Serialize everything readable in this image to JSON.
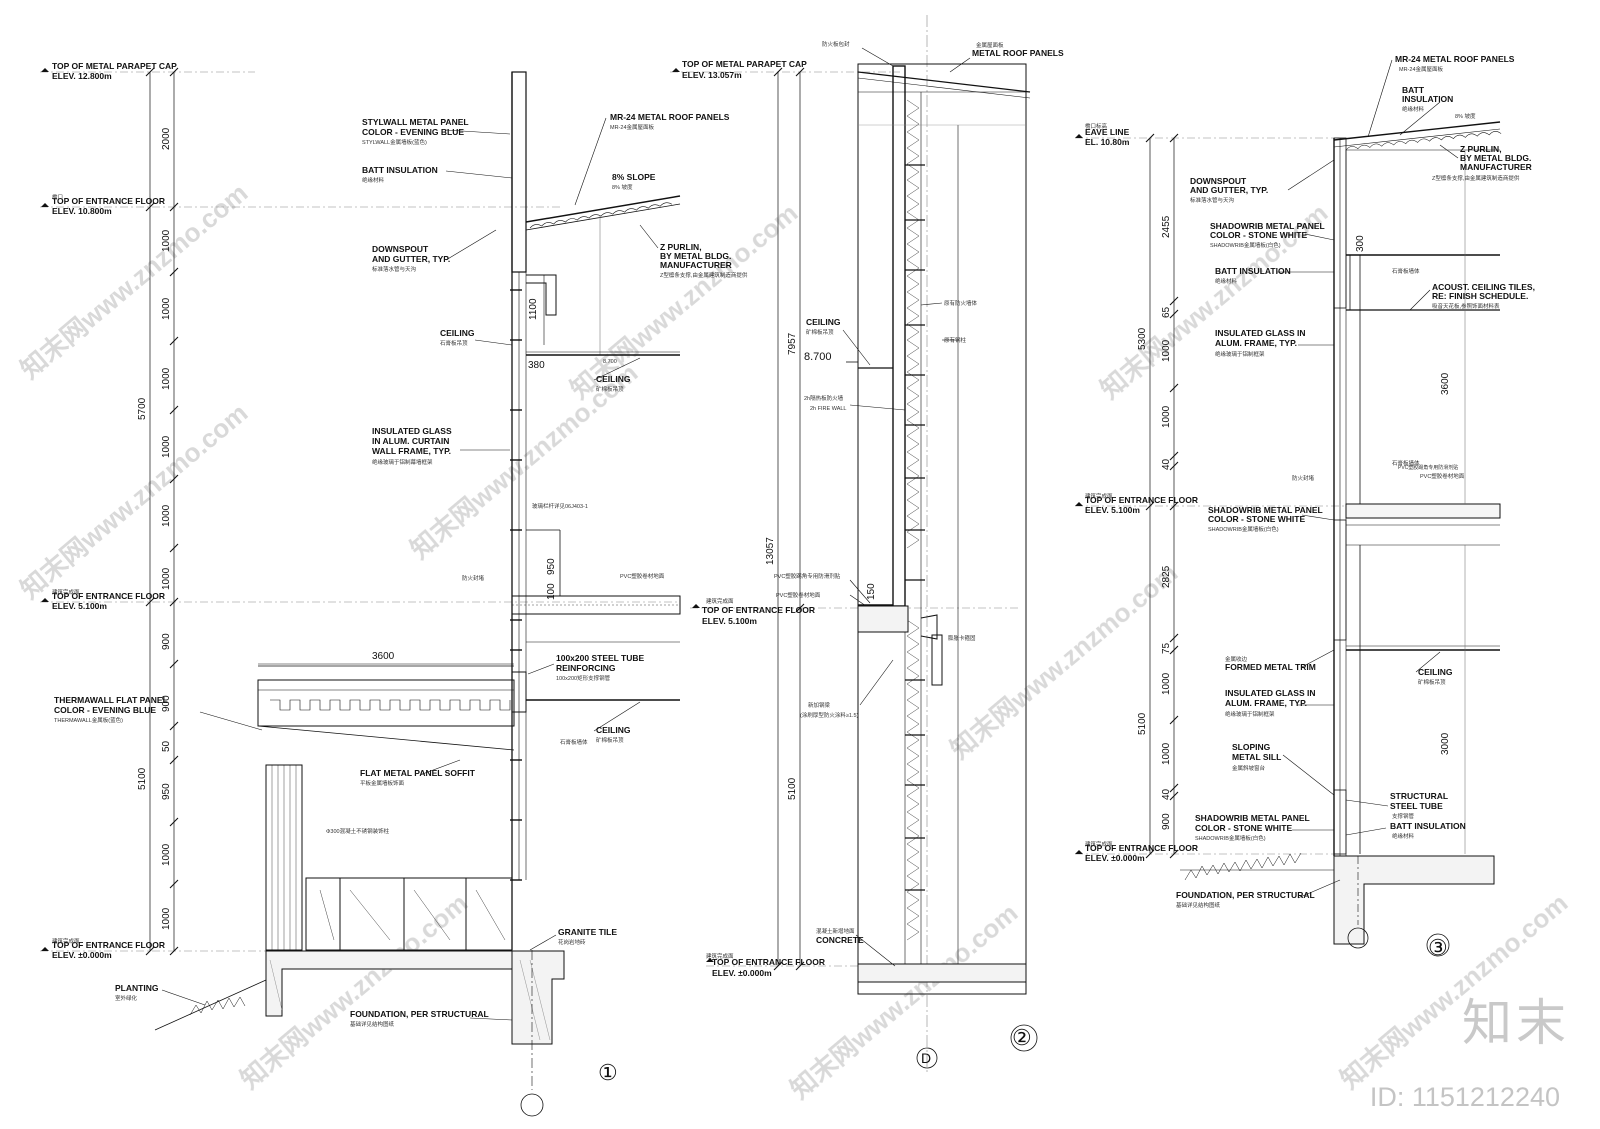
{
  "section1": {
    "elevations": [
      {
        "l1": "TOP OF METAL PARAPET CAP",
        "l2": "ELEV. 12.800m"
      },
      {
        "l1": "TOP OF ENTRANCE FLOOR",
        "l2": "ELEV. 10.800m"
      },
      {
        "l1": "TOP OF ENTRANCE FLOOR",
        "l2": "ELEV. 5.100m"
      },
      {
        "l1": "TOP OF ENTRANCE FLOOR",
        "l2": "ELEV. ±0.000m"
      }
    ],
    "dims_small": [
      "2000",
      "1000",
      "1000",
      "1000",
      "1000",
      "1000",
      "1000",
      "900",
      "900",
      "50",
      "950",
      "1000",
      "1000"
    ],
    "dims_big": [
      "5700",
      "5100"
    ],
    "callouts": [
      {
        "en": [
          "STYLWALL METAL PANEL",
          "COLOR - EVENING BLUE"
        ],
        "cn": "STYLWALL金属墙板(蓝色)"
      },
      {
        "en": [
          "BATT INSULATION"
        ],
        "cn": "绝缘材料"
      },
      {
        "en": [
          "DOWNSPOUT",
          "AND GUTTER, TYP."
        ],
        "cn": "标准落水管与天沟"
      },
      {
        "en": [
          "CEILING"
        ],
        "cn": "石膏板吊顶"
      },
      {
        "en": [
          "INSULATED GLASS",
          "IN ALUM. CURTAIN",
          "WALL FRAME, TYP."
        ],
        "cn": "绝缘玻璃于铝制幕墙框架"
      },
      {
        "en": [
          "THERMAWALL FLAT PANEL",
          "COLOR - EVENING BLUE"
        ],
        "cn": "THERMAWALL金属板(蓝色)"
      },
      {
        "en": [
          "PLANTING"
        ],
        "cn": "室外绿化"
      },
      {
        "en": [
          "MR-24 METAL ROOF PANELS"
        ],
        "cn": "MR-24金属屋面板"
      },
      {
        "en": [
          "8% SLOPE"
        ],
        "cn": "8% 坡度"
      },
      {
        "en": [
          "Z PURLIN,",
          "BY METAL BLDG.",
          "MANUFACTURER"
        ],
        "cn": "Z型檩条支撑,由金属建筑制造商提供"
      },
      {
        "en": [
          "CEILING"
        ],
        "cn": "矿棉板吊顶"
      },
      {
        "en": [
          "100x200 STEEL TUBE",
          "REINFORCING"
        ],
        "cn": "100x200矩形支撑钢管"
      },
      {
        "en": [
          "CEILING"
        ],
        "cn": "矿棉板吊顶"
      },
      {
        "en": [
          "FLAT METAL PANEL SOFFIT"
        ],
        "cn": "平板金属墙板饰面"
      },
      {
        "en": [
          "GRANITE TILE"
        ],
        "cn": "花岗岩地砖"
      },
      {
        "en": [
          "FOUNDATION, PER STRUCTURAL"
        ],
        "cn": "基础详见结构图纸"
      }
    ],
    "misc": [
      "1100",
      "380",
      "8.700",
      "3600",
      "950",
      "100",
      "防火封堵",
      "PVC塑胶卷材地面",
      "玻璃栏杆详见06J403-1",
      "石膏板墙体",
      "Φ300混凝土不锈钢装饰柱",
      "建筑完成面",
      "檐口",
      "8.700"
    ],
    "circle": "①"
  },
  "section2": {
    "elevations": [
      {
        "l1": "TOP OF METAL PARAPET CAP",
        "l2": "ELEV. 13.057m"
      },
      {
        "l1": "TOP OF ENTRANCE FLOOR",
        "l2": "ELEV. 5.100m"
      },
      {
        "l1": "TOP OF ENTRANCE FLOOR",
        "l2": "ELEV. ±0.000m"
      }
    ],
    "dims": [
      "13057",
      "7957",
      "5100",
      "150"
    ],
    "labels": [
      "METAL ROOF PANELS",
      "金属屋面板",
      "防火板包封",
      "CEILING",
      "矿棉板吊顶",
      "8.700",
      "2h隔热板防火墙",
      "2h FIRE WALL",
      "原有防火墙体",
      "原有钢柱",
      "PVC塑胶踢角专用防滑剂贴",
      "PVC塑胶卷材地面",
      "膨胀卡箍固",
      "新加钢梁",
      "(涂刷厚型防火涂料≥1.5)",
      "混凝土新增地面",
      "CONCRETE",
      "建筑完成面"
    ],
    "circle": "②",
    "grid": "D"
  },
  "section3": {
    "elevations": [
      {
        "l1": "EAVE LINE",
        "l2": "EL. 10.80m"
      },
      {
        "l1": "TOP OF ENTRANCE FLOOR",
        "l2": "ELEV. 5.100m"
      },
      {
        "l1": "TOP OF ENTRANCE FLOOR",
        "l2": "ELEV. ±0.000m"
      }
    ],
    "dims_small": [
      "2455",
      "65",
      "1000",
      "1000",
      "40",
      "2825",
      "75",
      "1000",
      "1000",
      "40",
      "900"
    ],
    "dims_big": [
      "5300",
      "5100"
    ],
    "dims_right": [
      "300",
      "3600",
      "3000"
    ],
    "callouts": [
      {
        "en": [
          "MR-24 METAL ROOF PANELS"
        ],
        "cn": "MR-24金属屋面板"
      },
      {
        "en": [
          "BATT",
          "INSULATION"
        ],
        "cn": "绝缘材料"
      },
      {
        "en": [
          "Z PURLIN,",
          "BY METAL BLDG.",
          "MANUFACTURER"
        ],
        "cn": "Z型檩条支撑,由金属建筑制造商提供"
      },
      {
        "en": [
          "DOWNSPOUT",
          "AND GUTTER, TYP."
        ],
        "cn": "标准落水管与天沟"
      },
      {
        "en": [
          "SHADOWRIB METAL PANEL",
          "COLOR - STONE WHITE"
        ],
        "cn": "SHADOWRIB金属墙板(白色)"
      },
      {
        "en": [
          "BATT INSULATION"
        ],
        "cn": "绝缘材料"
      },
      {
        "en": [
          "ACOUST. CEILING TILES,",
          "RE: FINISH SCHEDULE."
        ],
        "cn": "吸音天花板,参照饰面材料表"
      },
      {
        "en": [
          "INSULATED GLASS IN",
          "ALUM. FRAME, TYP."
        ],
        "cn": "绝缘玻璃于铝制框架"
      },
      {
        "en": [
          "SHADOWRIB METAL PANEL",
          "COLOR - STONE WHITE"
        ],
        "cn": "SHADOWRIB金属墙板(白色)"
      },
      {
        "en": [
          "FORMED METAL TRIM"
        ],
        "cn": "金属收边"
      },
      {
        "en": [
          "INSULATED GLASS IN",
          "ALUM. FRAME, TYP."
        ],
        "cn": "绝缘玻璃于铝制框架"
      },
      {
        "en": [
          "SLOPING",
          "METAL SILL"
        ],
        "cn": "金属斜坡窗台"
      },
      {
        "en": [
          "SHADOWRIB METAL PANEL",
          "COLOR - STONE WHITE"
        ],
        "cn": "SHADOWRIB金属墙板(白色)"
      },
      {
        "en": [
          "STRUCTURAL",
          "STEEL TUBE"
        ],
        "cn": "支撑钢管"
      },
      {
        "en": [
          "BATT INSULATION"
        ],
        "cn": "绝缘材料"
      },
      {
        "en": [
          "CEILING"
        ],
        "cn": "矿棉板吊顶"
      },
      {
        "en": [
          "FOUNDATION, PER STRUCTURAL"
        ],
        "cn": "基础详见结构图纸"
      }
    ],
    "misc": [
      "8% 坡度",
      "石膏板墙体",
      "PVC塑胶踢角专用防滑剂贴",
      "PVC塑胶卷材地面",
      "防火封堵",
      "檐口标高",
      "建筑完成面"
    ],
    "circle": "③"
  },
  "watermark": {
    "brand": "知末",
    "id": "ID: 1151212240",
    "site": "知末网www.znzmo.com"
  }
}
